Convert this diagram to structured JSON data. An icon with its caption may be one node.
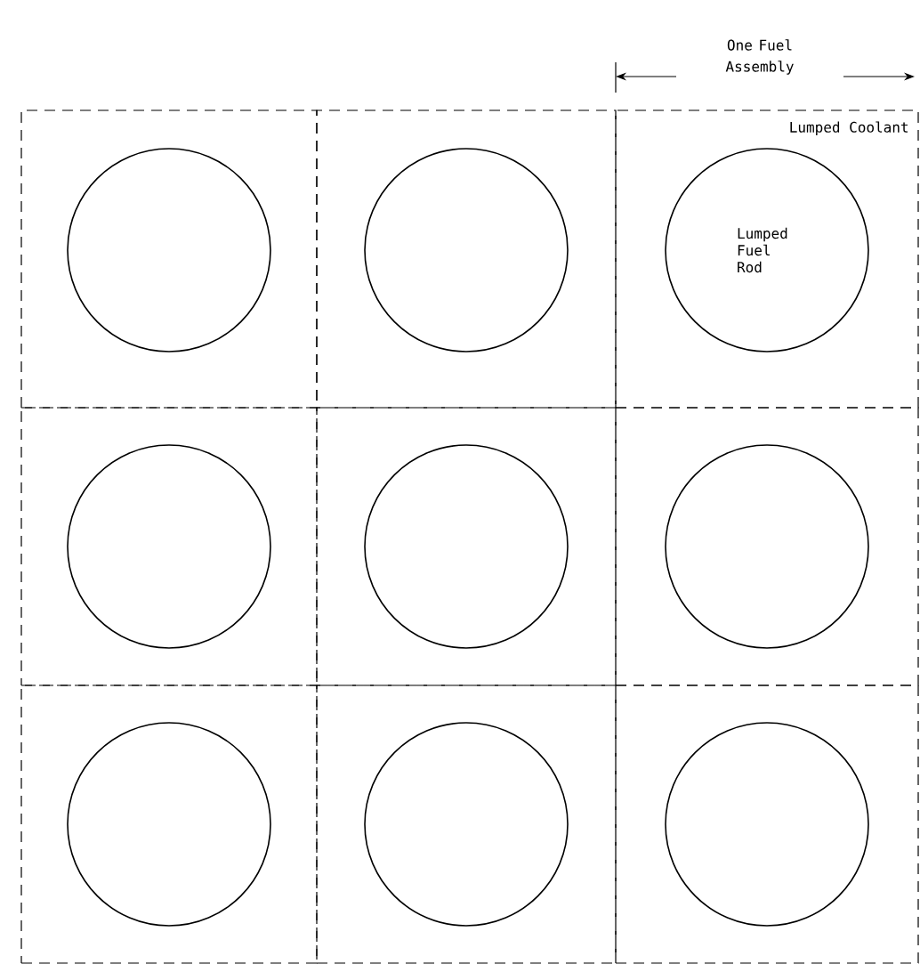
{
  "diagram": {
    "nodes": [
      {
        "text": [],
        "shape": "box"
      },
      {
        "text": [],
        "shape": "circle",
        "in": 0
      },
      {
        "text": [],
        "shape": "box"
      },
      {
        "text": [],
        "shape": "circle",
        "in": 2
      },
      {
        "text": [
          "Lumped Coolant"
        ]
      },
      {
        "text": [
          "Lumped Fuel Rod"
        ],
        "in": 4
      },
      {
        "text": [],
        "shape": "box"
      },
      {
        "text": [],
        "shape": "circle",
        "in": 6
      },
      {
        "text": [],
        "shape": "box"
      },
      {
        "text": [],
        "shape": "circle",
        "in": 8
      },
      {
        "text": [],
        "shape": "box"
      },
      {
        "text": [],
        "shape": "circle",
        "in": 10
      },
      {
        "text": [],
        "shape": "box"
      },
      {
        "text": [],
        "shape": "circle",
        "in": 12
      },
      {
        "text": [],
        "shape": "box"
      },
      {
        "text": [],
        "shape": "circle",
        "in": 14
      },
      {
        "text": [],
        "shape": "box"
      },
      {
        "text": [],
        "shape": "circle",
        "in": 16
      }
    ],
    "labels": [
      "One Fuel Assembly"
    ]
  }
}
